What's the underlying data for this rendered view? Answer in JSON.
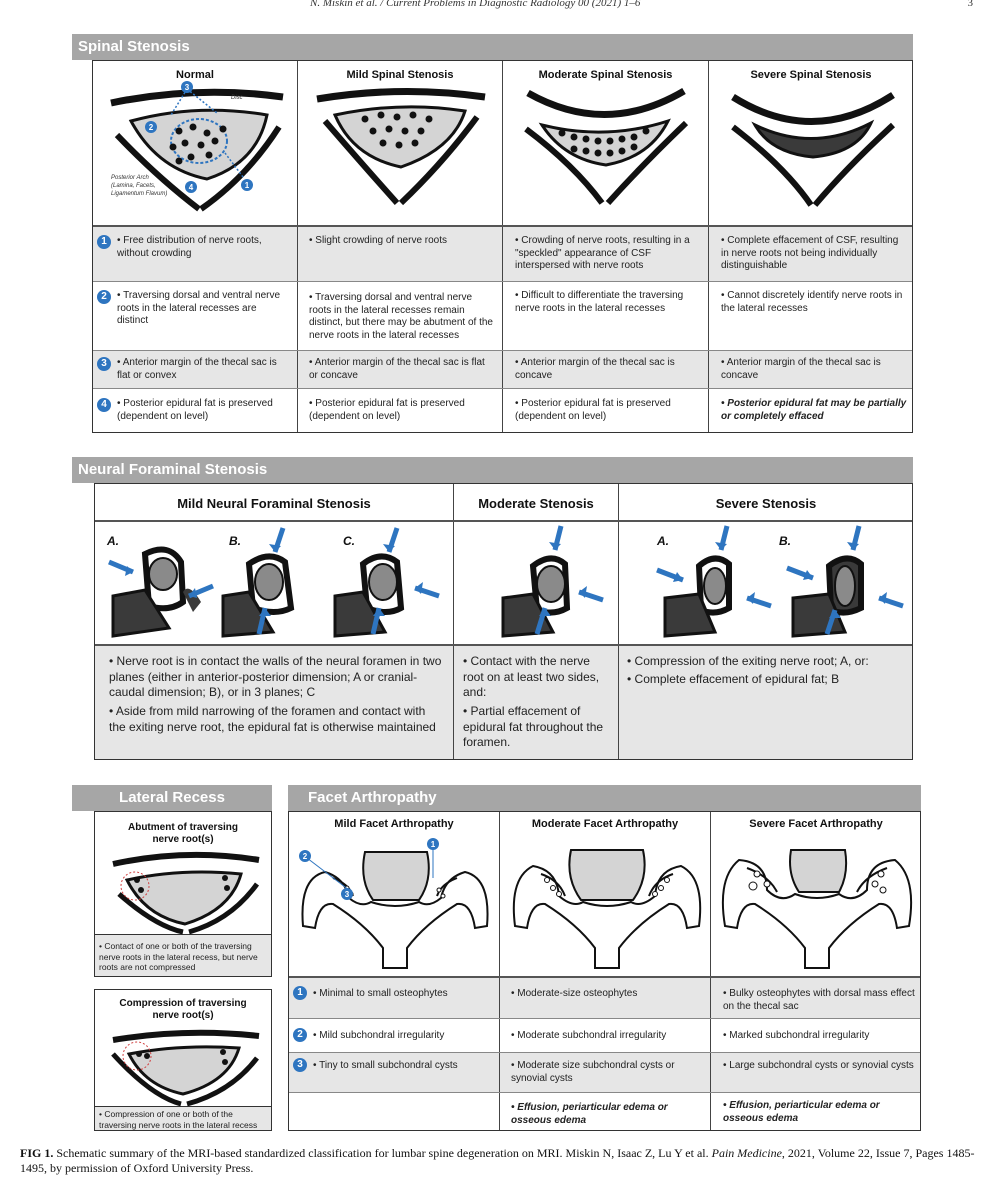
{
  "running_head": {
    "text": "N. Miskin et al. / Current Problems in Diagnostic Radiology 00 (2021) 1–6",
    "page": "3"
  },
  "spinal": {
    "title": "Spinal Stenosis",
    "columns": [
      "Normal",
      "Mild Spinal Stenosis",
      "Moderate Spinal Stenosis",
      "Severe Spinal Stenosis"
    ],
    "normal_labels": {
      "disc": "Disc",
      "posterior_arch": "Posterior Arch",
      "lamina": "(Lamina, Facets,",
      "lig": "Ligamentum Flavum)"
    },
    "markers": [
      "1",
      "2",
      "3",
      "4"
    ],
    "rows": [
      [
        "• Free distribution of nerve roots, without crowding",
        "• Slight crowding of nerve roots",
        "• Crowding of nerve roots, resulting in a \"speckled\" appearance of CSF interspersed with nerve roots",
        "• Complete effacement of CSF, resulting in nerve roots not being individually distinguishable"
      ],
      [
        "• Traversing dorsal and ventral nerve roots in the lateral recesses are distinct",
        "• Traversing dorsal and ventral nerve roots in the lateral recesses remain distinct, but there may be abutment of the nerve roots in the lateral recesses",
        "• Difficult to differentiate the traversing nerve roots in the lateral recesses",
        "• Cannot discretely identify nerve roots in the lateral recesses"
      ],
      [
        "• Anterior margin of the thecal sac is flat or convex",
        "• Anterior margin of the thecal sac is flat or concave",
        "• Anterior margin of the thecal sac is concave",
        "• Anterior margin of the thecal sac is concave"
      ],
      [
        "• Posterior epidural fat is preserved (dependent on level)",
        "• Posterior epidural fat is preserved (dependent on level)",
        "• Posterior epidural fat is preserved (dependent on level)",
        "• Posterior epidural fat may be partially or completely effaced"
      ]
    ]
  },
  "neural": {
    "title": "Neural Foraminal Stenosis",
    "columns": [
      "Mild Neural Foraminal Stenosis",
      "Moderate Stenosis",
      "Severe Stenosis"
    ],
    "letters": [
      "A.",
      "B.",
      "C.",
      "A.",
      "B."
    ],
    "mild_bullets": [
      "• Nerve root is in contact the walls of the neural foramen in two planes (either in anterior-posterior dimension; A or cranial-caudal dimension; B), or in 3 planes; C",
      "• Aside from mild narrowing of the foramen and contact with the exiting nerve root, the epidural fat is otherwise maintained"
    ],
    "moderate_bullets": [
      "• Contact with the nerve root on at least two sides, and:",
      "• Partial effacement of epidural fat throughout the foramen."
    ],
    "severe_bullets": [
      "• Compression of the exiting nerve root; A, or:",
      "• Complete effacement of epidural fat; B"
    ]
  },
  "lateral": {
    "title": "Lateral Recess",
    "box1_title": "Abutment of traversing nerve root(s)",
    "box1_text": "• Contact of one or both of the traversing nerve roots in the lateral recess, but nerve roots are not compressed",
    "box2_title": "Compression of traversing nerve root(s)",
    "box2_text": "• Compression of one or both of the traversing nerve roots in the lateral recess"
  },
  "facet": {
    "title": "Facet Arthropathy",
    "columns": [
      "Mild Facet Arthropathy",
      "Moderate Facet Arthropathy",
      "Severe Facet Arthropathy"
    ],
    "markers": [
      "1",
      "2",
      "3"
    ],
    "rows": [
      [
        "• Minimal to small osteophytes",
        "• Moderate-size osteophytes",
        "• Bulky osteophytes with dorsal mass effect on the thecal sac"
      ],
      [
        "• Mild subchondral irregularity",
        "• Moderate subchondral irregularity",
        "• Marked subchondral irregularity"
      ],
      [
        "• Tiny to small subchondral cysts",
        "• Moderate size subchondral cysts or synovial cysts",
        "• Large subchondral cysts or synovial cysts"
      ],
      [
        "",
        "• Effusion, periarticular edema or osseous edema",
        "• Effusion, periarticular edema or osseous edema"
      ]
    ]
  },
  "caption": {
    "fig": "FIG 1.",
    "text1": " Schematic summary of the MRI-based standardized classification for lumbar spine degeneration on MRI. Miskin N, Isaac Z, Lu Y et al. ",
    "journal": "Pain Medicine",
    "text2": ", 2021, Volume 22, Issue 7, Pages 1485-1495, by permission of Oxford University Press."
  },
  "colors": {
    "bar": "#a6a6a6",
    "accent": "#2e75c0",
    "shade": "#e6e6e6"
  }
}
